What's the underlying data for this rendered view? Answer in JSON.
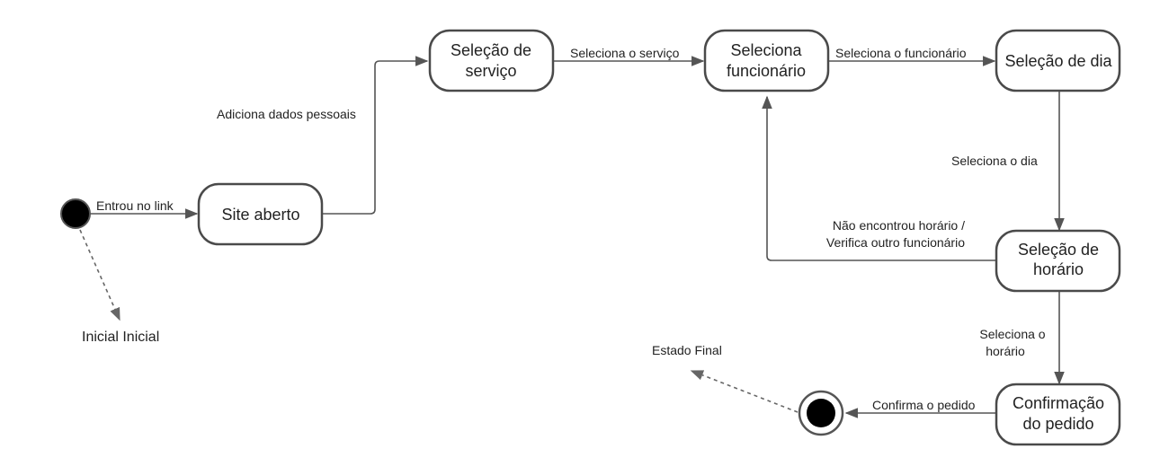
{
  "states": {
    "site_aberto": "Site aberto",
    "selecao_servico": [
      "Seleção de",
      "serviço"
    ],
    "seleciona_funcionario": [
      "Seleciona",
      "funcionário"
    ],
    "selecao_dia": "Seleção de dia",
    "selecao_horario": [
      "Seleção de",
      "horário"
    ],
    "confirmacao_pedido": [
      "Confirmação",
      "do pedido"
    ]
  },
  "transitions": {
    "entrou_no_link": "Entrou no link",
    "adiciona_dados": "Adiciona dados pessoais",
    "seleciona_servico": "Seleciona o serviço",
    "seleciona_funcionario": "Seleciona o funcionário",
    "seleciona_dia": "Seleciona o dia",
    "nao_encontrou": [
      "Não encontrou horário /",
      "Verifica outro funcionário"
    ],
    "seleciona_horario": [
      "Seleciona o",
      "horário"
    ],
    "confirma_pedido": "Confirma o pedido"
  },
  "annotations": {
    "inicial": "Inicial Inicial",
    "estado_final": "Estado Final"
  }
}
